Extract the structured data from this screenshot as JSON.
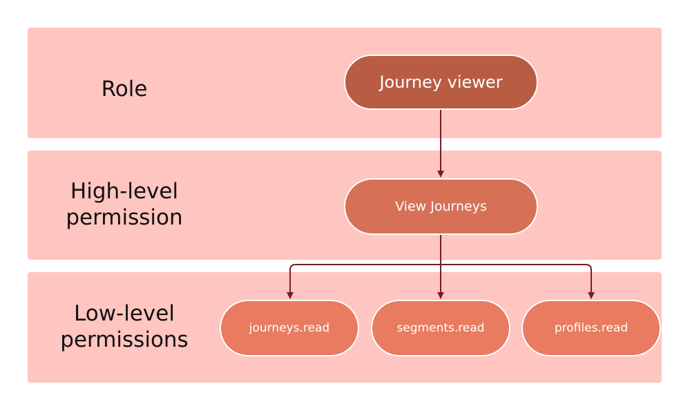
{
  "colors": {
    "band_background": "#ffc5c0",
    "role_node": "#b85d44",
    "high_level_node": "#d67157",
    "low_level_node": "#e87b60",
    "connector": "#7a1c24"
  },
  "rows": {
    "role": {
      "label_lines": [
        "Role"
      ],
      "node": "Journey viewer"
    },
    "high_level": {
      "label_lines": [
        "High-level",
        "permission"
      ],
      "node": "View Journeys"
    },
    "low_level": {
      "label_lines": [
        "Low-level",
        "permissions"
      ],
      "nodes": [
        "journeys.read",
        "segments.read",
        "profiles.read"
      ]
    }
  }
}
